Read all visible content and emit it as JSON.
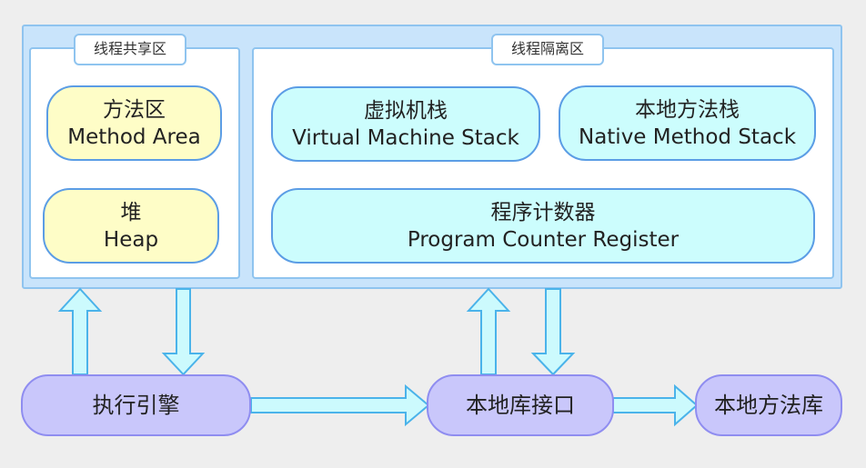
{
  "shared_area": {
    "title": "线程共享区",
    "method_area": {
      "zh": "方法区",
      "en": "Method Area"
    },
    "heap": {
      "zh": "堆",
      "en": "Heap"
    }
  },
  "isolated_area": {
    "title": "线程隔离区",
    "vm_stack": {
      "zh": "虚拟机栈",
      "en": "Virtual Machine Stack"
    },
    "native_stack": {
      "zh": "本地方法栈",
      "en": "Native Method Stack"
    },
    "pc_register": {
      "zh": "程序计数器",
      "en": "Program Counter Register"
    }
  },
  "bottom": {
    "execution_engine": "执行引擎",
    "native_interface": "本地库接口",
    "native_library": "本地方法库"
  },
  "colors": {
    "background": "#eeeeee",
    "runtime_fill": "#c9e4fb",
    "border_blue": "#8fc4ef",
    "shared_node_fill": "#fefdc7",
    "isolated_node_fill": "#ccfdfd",
    "bottom_node_fill": "#c9c7fb",
    "arrow_fill": "#ccfafd",
    "arrow_stroke": "#4ab3ea"
  }
}
